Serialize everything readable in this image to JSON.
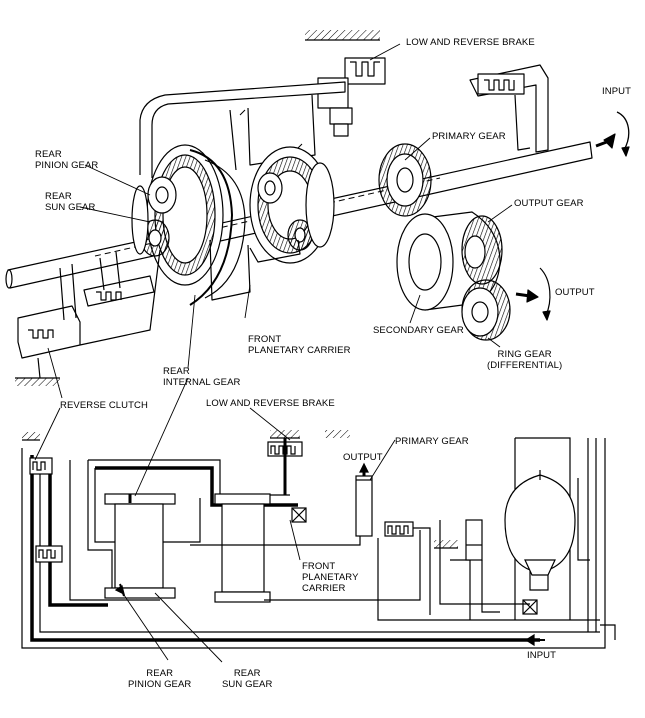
{
  "top_figure": {
    "labels": {
      "low_reverse_brake": "LOW AND REVERSE BRAKE",
      "input": "INPUT",
      "primary_gear": "PRIMARY GEAR",
      "rear_pinion_gear": [
        "REAR",
        "PINION GEAR"
      ],
      "rear_sun_gear": [
        "REAR",
        "SUN GEAR"
      ],
      "output_gear": "OUTPUT GEAR",
      "output": "OUTPUT",
      "front_planetary_carrier": [
        "FRONT",
        "PLANETARY CARRIER"
      ],
      "secondary_gear": "SECONDARY GEAR",
      "ring_gear": [
        "RING GEAR",
        "(DIFFERENTIAL)"
      ],
      "rear_internal_gear": [
        "REAR",
        "INTERNAL GEAR"
      ],
      "reverse_clutch": "REVERSE CLUTCH"
    }
  },
  "bottom_figure": {
    "labels": {
      "low_reverse_brake": "LOW AND REVERSE BRAKE",
      "primary_gear": "PRIMARY GEAR",
      "output": "OUTPUT",
      "front_planetary_carrier": [
        "FRONT",
        "PLANETARY",
        "CARRIER"
      ],
      "input": "INPUT",
      "rear_pinion_gear": [
        "REAR",
        "PINION GEAR"
      ],
      "rear_sun_gear": [
        "REAR",
        "SUN GEAR"
      ]
    }
  },
  "colors": {
    "line": "#000000",
    "background": "#ffffff"
  }
}
